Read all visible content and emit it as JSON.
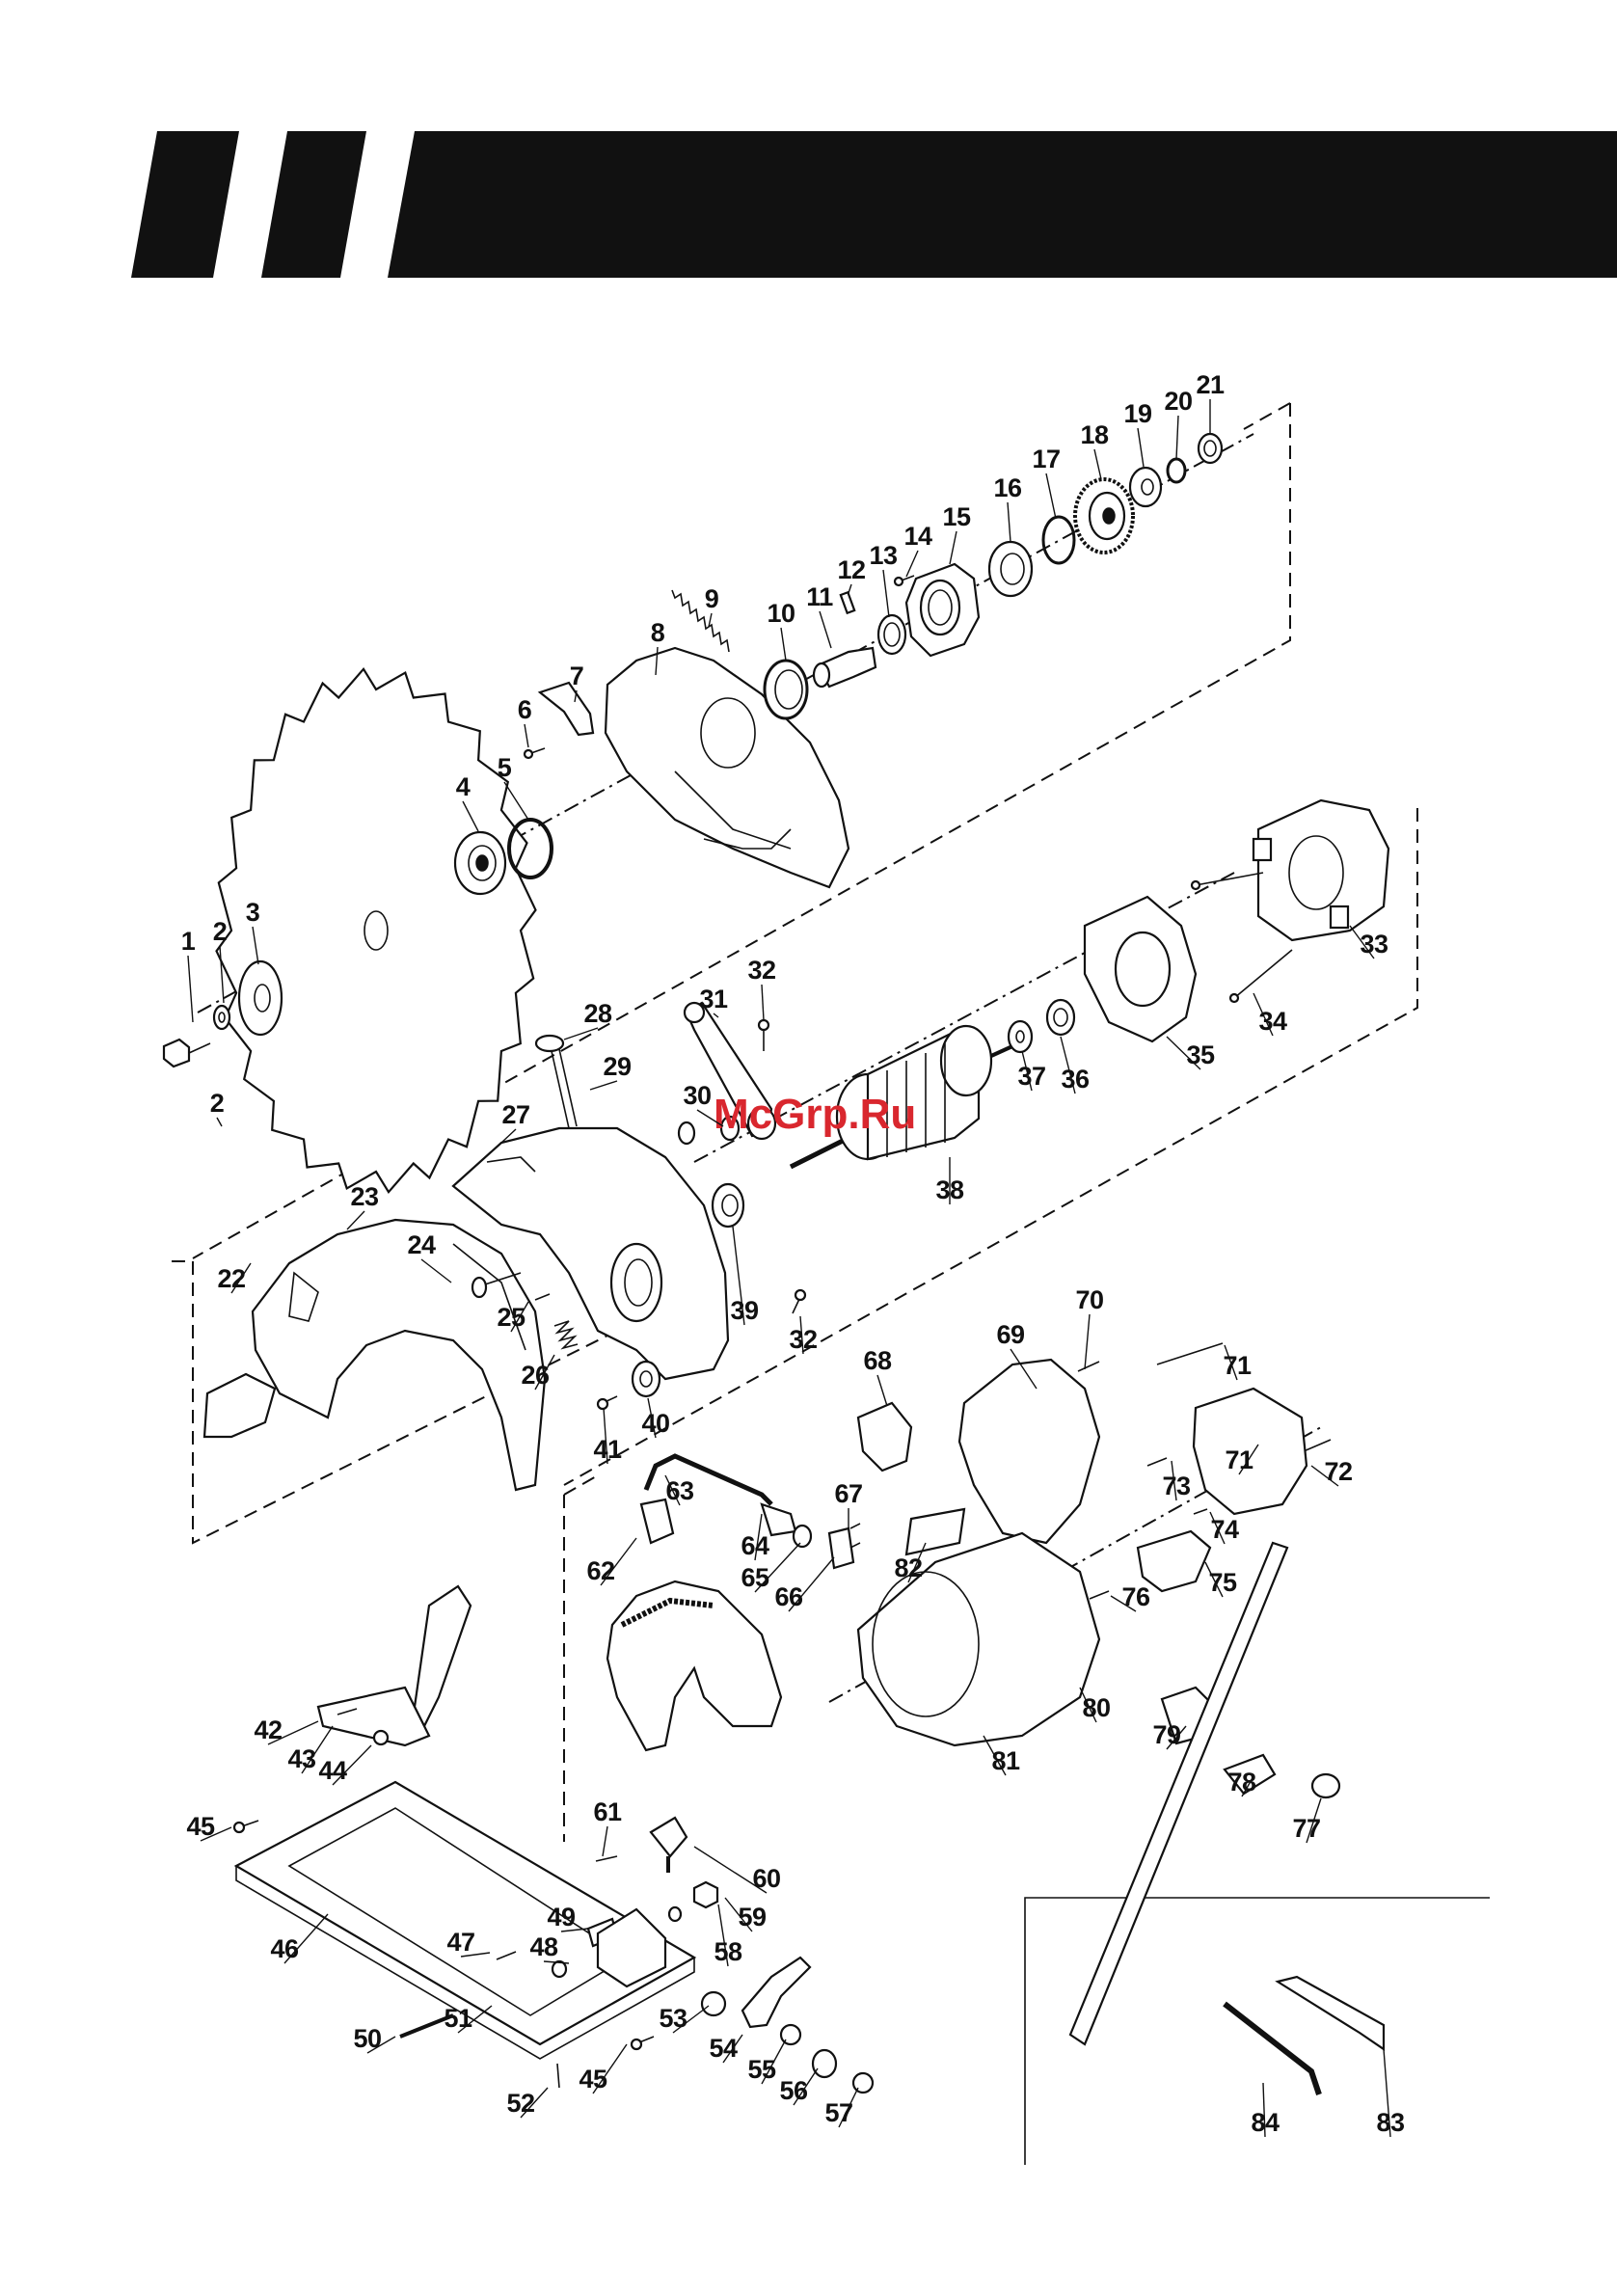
{
  "watermark": {
    "text": "McGrp.Ru",
    "color": "#d9272e"
  },
  "header": {
    "bar_color": "#111111"
  },
  "labels": [
    "1",
    "2",
    "3",
    "4",
    "5",
    "6",
    "7",
    "8",
    "9",
    "10",
    "11",
    "12",
    "13",
    "14",
    "15",
    "16",
    "17",
    "18",
    "19",
    "20",
    "21",
    "22",
    "23",
    "24",
    "25",
    "26",
    "27",
    "28",
    "29",
    "30",
    "31",
    "32",
    "32",
    "33",
    "34",
    "35",
    "36",
    "37",
    "38",
    "39",
    "40",
    "41",
    "42",
    "43",
    "44",
    "45",
    "45",
    "46",
    "47",
    "48",
    "49",
    "50",
    "51",
    "52",
    "53",
    "54",
    "55",
    "56",
    "57",
    "58",
    "59",
    "60",
    "61",
    "62",
    "63",
    "64",
    "65",
    "66",
    "67",
    "68",
    "69",
    "70",
    "71",
    "71",
    "72",
    "73",
    "74",
    "75",
    "76",
    "77",
    "78",
    "79",
    "80",
    "81",
    "82",
    "83",
    "84",
    "2"
  ]
}
